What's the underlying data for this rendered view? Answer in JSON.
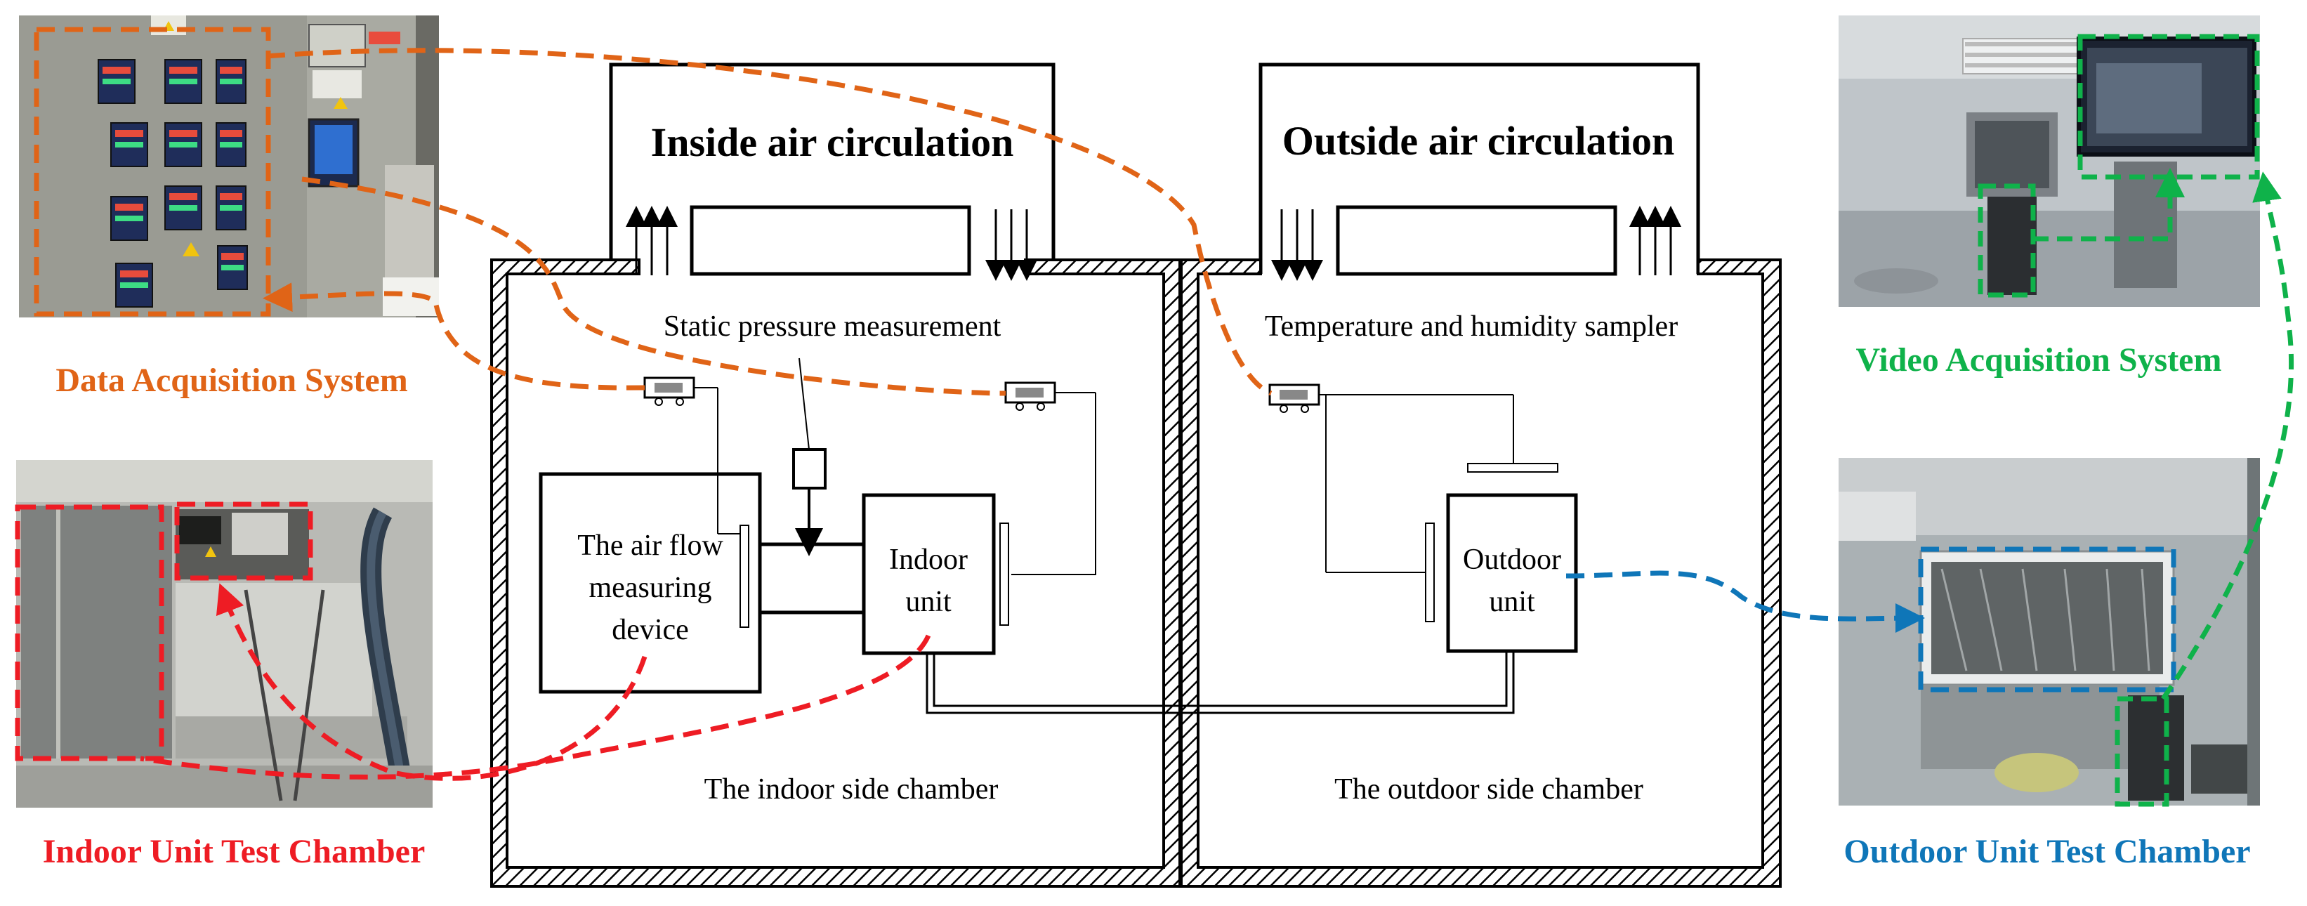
{
  "diagram": {
    "inside_circulation": "Inside air circulation",
    "outside_circulation": "Outside air circulation",
    "static_pressure": "Static pressure measurement",
    "temp_humidity": "Temperature and humidity sampler",
    "air_flow_device": [
      "The air flow",
      "measuring",
      "device"
    ],
    "indoor_unit": [
      "Indoor",
      "unit"
    ],
    "outdoor_unit": [
      "Outdoor",
      "unit"
    ],
    "indoor_chamber": "The indoor side chamber",
    "outdoor_chamber": "The outdoor side chamber"
  },
  "systems": {
    "data_acquisition": {
      "label": "Data Acquisition System",
      "color": "#e06417"
    },
    "indoor_test": {
      "label": "Indoor Unit Test Chamber",
      "color": "#ee1c24"
    },
    "video_acquisition": {
      "label": "Video Acquisition System",
      "color": "#0fb24a"
    },
    "outdoor_test": {
      "label": "Outdoor Unit Test Chamber",
      "color": "#0f76b8"
    }
  }
}
